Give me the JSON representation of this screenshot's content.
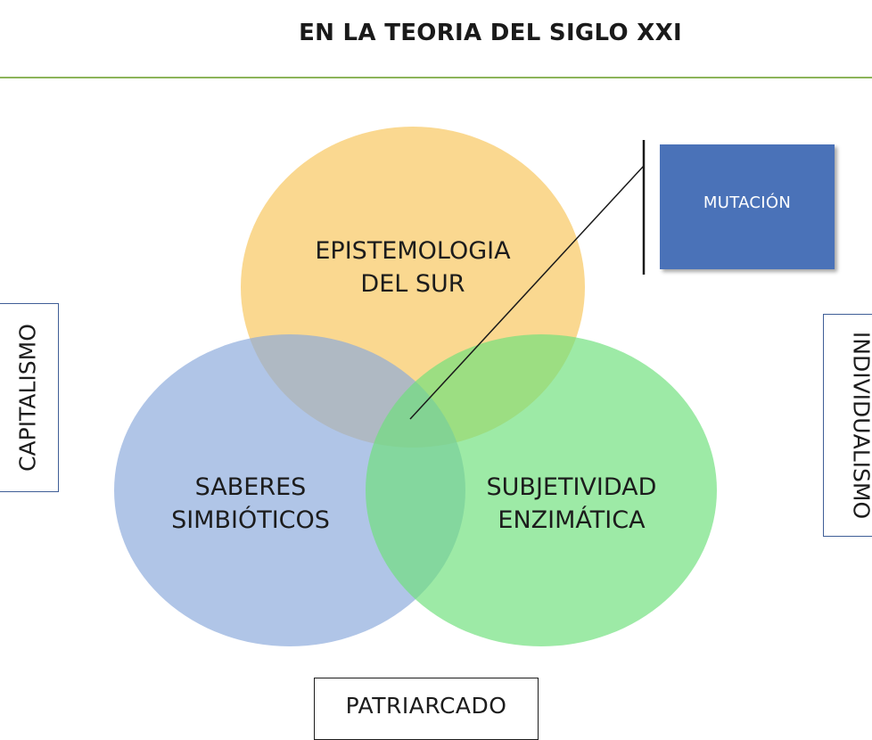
{
  "title": "EN LA TEORIA DEL SIGLO XXI",
  "circles": {
    "top": {
      "line1": "EPISTEMOLOGIA",
      "line2": "DEL SUR",
      "color": "#f8c55c"
    },
    "left": {
      "line1": "SABERES",
      "line2": "SIMBIÓTICOS",
      "color": "#8aaadc"
    },
    "right": {
      "line1": "SUBJETIVIDAD",
      "line2": "ENZIMÁTICA",
      "color": "#6ee07c"
    }
  },
  "callout": {
    "label": "MUTACIÓN",
    "color": "#4a72b8"
  },
  "sides": {
    "left": "CAPITALISMO",
    "right": "INDIVIDUALISMO",
    "bottom": "PATRIARCADO"
  },
  "colors": {
    "rule": "#8cb45a",
    "side_border": "#3f5e97"
  }
}
